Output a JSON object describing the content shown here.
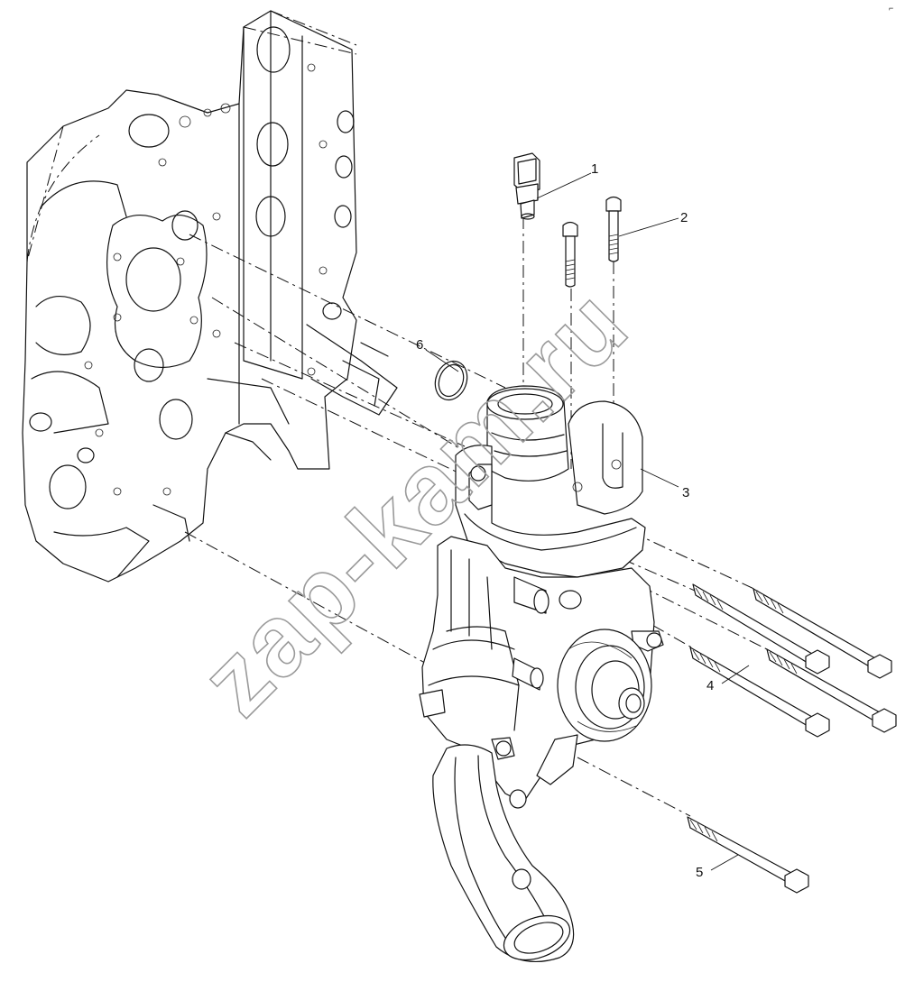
{
  "watermark": "zap-kam.ru",
  "corner_mark": "⌐",
  "callouts": [
    {
      "label": "1",
      "part": "sensor"
    },
    {
      "label": "2",
      "part": "short-bolt"
    },
    {
      "label": "3",
      "part": "thermostat-housing"
    },
    {
      "label": "4",
      "part": "long-bolts"
    },
    {
      "label": "5",
      "part": "lower-bolt"
    },
    {
      "label": "6",
      "part": "o-ring"
    }
  ]
}
